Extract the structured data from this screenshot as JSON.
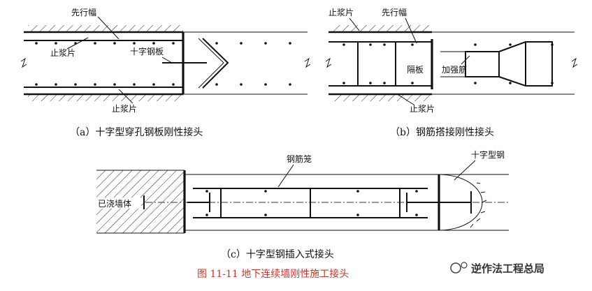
{
  "panel_a": {
    "caption": "（a）十字型穿孔钢板刚性接头",
    "label_advance": "先行幅",
    "label_stop_top": "止浆片",
    "label_cross_plate": "十字钢板",
    "label_stop_bottom": "止浆片"
  },
  "panel_b": {
    "caption": "（b）钢筋搭接刚性接头",
    "label_stop_top": "止浆片",
    "label_advance": "先行幅",
    "label_diaphragm": "隔板",
    "label_rebar": "加强筋",
    "label_stop_bottom": "止浆片"
  },
  "panel_c": {
    "caption": "（c）十字型钢插入式接头",
    "label_cage": "钢筋笼",
    "label_steel": "十字型钢",
    "label_cast": "已浇墙体"
  },
  "figure_caption": "图 11-11  地下连续墙刚性施工接头",
  "watermark": "逆作法工程总局"
}
